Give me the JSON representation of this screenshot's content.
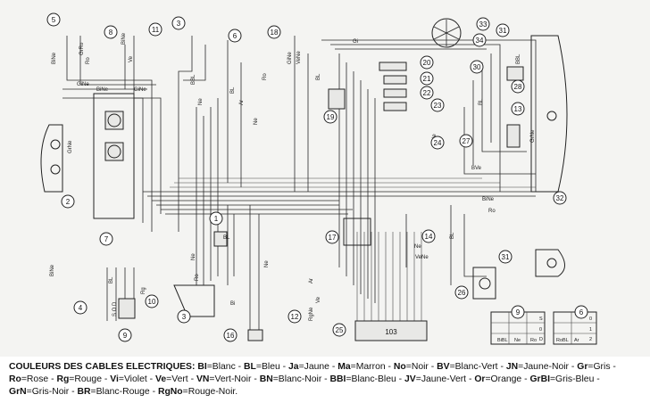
{
  "components": [
    {
      "id": "c1",
      "number": "1"
    },
    {
      "id": "c2",
      "number": "2"
    },
    {
      "id": "c3a",
      "number": "3"
    },
    {
      "id": "c3b",
      "number": "3"
    },
    {
      "id": "c4",
      "number": "4"
    },
    {
      "id": "c5",
      "number": "5"
    },
    {
      "id": "c6",
      "number": "6"
    },
    {
      "id": "c7",
      "number": "7"
    },
    {
      "id": "c8",
      "number": "8"
    },
    {
      "id": "c9",
      "number": "9"
    },
    {
      "id": "c10",
      "number": "10"
    },
    {
      "id": "c11",
      "number": "11"
    },
    {
      "id": "c12",
      "number": "12"
    },
    {
      "id": "c14",
      "number": "14"
    },
    {
      "id": "c16",
      "number": "16"
    },
    {
      "id": "c17",
      "number": "17"
    },
    {
      "id": "c18",
      "number": "18"
    },
    {
      "id": "c19",
      "number": "19"
    },
    {
      "id": "c20",
      "number": "20"
    },
    {
      "id": "c21",
      "number": "21"
    },
    {
      "id": "c22",
      "number": "22"
    },
    {
      "id": "c23",
      "number": "23"
    },
    {
      "id": "c24",
      "number": "24"
    },
    {
      "id": "c25",
      "number": "25"
    },
    {
      "id": "c26",
      "number": "26"
    },
    {
      "id": "c27",
      "number": "27"
    },
    {
      "id": "c28",
      "number": "28"
    },
    {
      "id": "c30",
      "number": "30"
    },
    {
      "id": "c31a",
      "number": "31"
    },
    {
      "id": "c31b",
      "number": "31"
    },
    {
      "id": "c32",
      "number": "32"
    },
    {
      "id": "c33",
      "number": "33"
    },
    {
      "id": "c34",
      "number": "34"
    },
    {
      "id": "c13",
      "number": "13"
    },
    {
      "id": "c9b",
      "number": "9"
    },
    {
      "id": "c6b",
      "number": "6"
    }
  ],
  "wire_labels": {
    "bine_left": "BiNe",
    "grro": "GrRo",
    "ro": "Ro",
    "bine_top": "BiNe",
    "ve": "Ve",
    "gine1": "GiNe",
    "bine2": "BiNe",
    "gine2": "GiNe",
    "grne": "GrNe",
    "bbl": "BBL",
    "ne1": "Ne",
    "bl1": "BL",
    "ar": "Ar",
    "gine3": "GiNe",
    "vene": "VeNe",
    "bl2": "BL",
    "ro2": "Ro",
    "ne2": "Ne",
    "bl3": "BL",
    "gi": "Gi",
    "bbl2": "BBL",
    "bl4": "BL",
    "grne2": "GrNe",
    "bve": "BVe",
    "ne3": "Ne",
    "bine3": "BiNe",
    "ro3": "Ro",
    "ne4": "Ne",
    "bl5": "BL",
    "bne": "BiNe",
    "ne5": "Ne",
    "vene2": "VeNe",
    "ne6": "Ne",
    "rgne": "RgNe",
    "ve2": "Ve",
    "ar2": "Ar",
    "bl6": "BL",
    "rg": "Rg",
    "sod": "S O D",
    "bi": "Bi",
    "ro4": "Ro"
  },
  "connector_9": {
    "number": "9",
    "cols": [
      "BiBL",
      "Ne",
      "Ro"
    ],
    "rows": [
      "S",
      "0",
      "D"
    ]
  },
  "connector_6": {
    "number": "6",
    "cols": [
      "RoBL",
      "Ar"
    ],
    "rows": [
      "0",
      "1",
      "2"
    ]
  },
  "connector_25_label": "103",
  "legend": {
    "title": "COULEURS DES CABLES ELECTRIQUES:",
    "entries": [
      {
        "code": "BI",
        "name": "Blanc"
      },
      {
        "code": "BL",
        "name": "Bleu"
      },
      {
        "code": "Ja",
        "name": "Jaune"
      },
      {
        "code": "Ma",
        "name": "Marron"
      },
      {
        "code": "No",
        "name": "Noir"
      },
      {
        "code": "BV",
        "name": "Blanc-Vert"
      },
      {
        "code": "JN",
        "name": "Jaune-Noir"
      },
      {
        "code": "Gr",
        "name": "Gris"
      },
      {
        "code": "Ro",
        "name": "Rose"
      },
      {
        "code": "Rg",
        "name": "Rouge"
      },
      {
        "code": "Vi",
        "name": "Violet"
      },
      {
        "code": "Ve",
        "name": "Vert"
      },
      {
        "code": "VN",
        "name": "Vert-Noir"
      },
      {
        "code": "BN",
        "name": "Blanc-Noir"
      },
      {
        "code": "BBI",
        "name": "Blanc-Bleu"
      },
      {
        "code": "JV",
        "name": "Jaune-Vert"
      },
      {
        "code": "Or",
        "name": "Orange"
      },
      {
        "code": "GrBI",
        "name": "Gris-Bleu"
      },
      {
        "code": "GrN",
        "name": "Gris-Noir"
      },
      {
        "code": "BR",
        "name": "Blanc-Rouge"
      },
      {
        "code": "RgNo",
        "name": "Rouge-Noir"
      }
    ]
  }
}
